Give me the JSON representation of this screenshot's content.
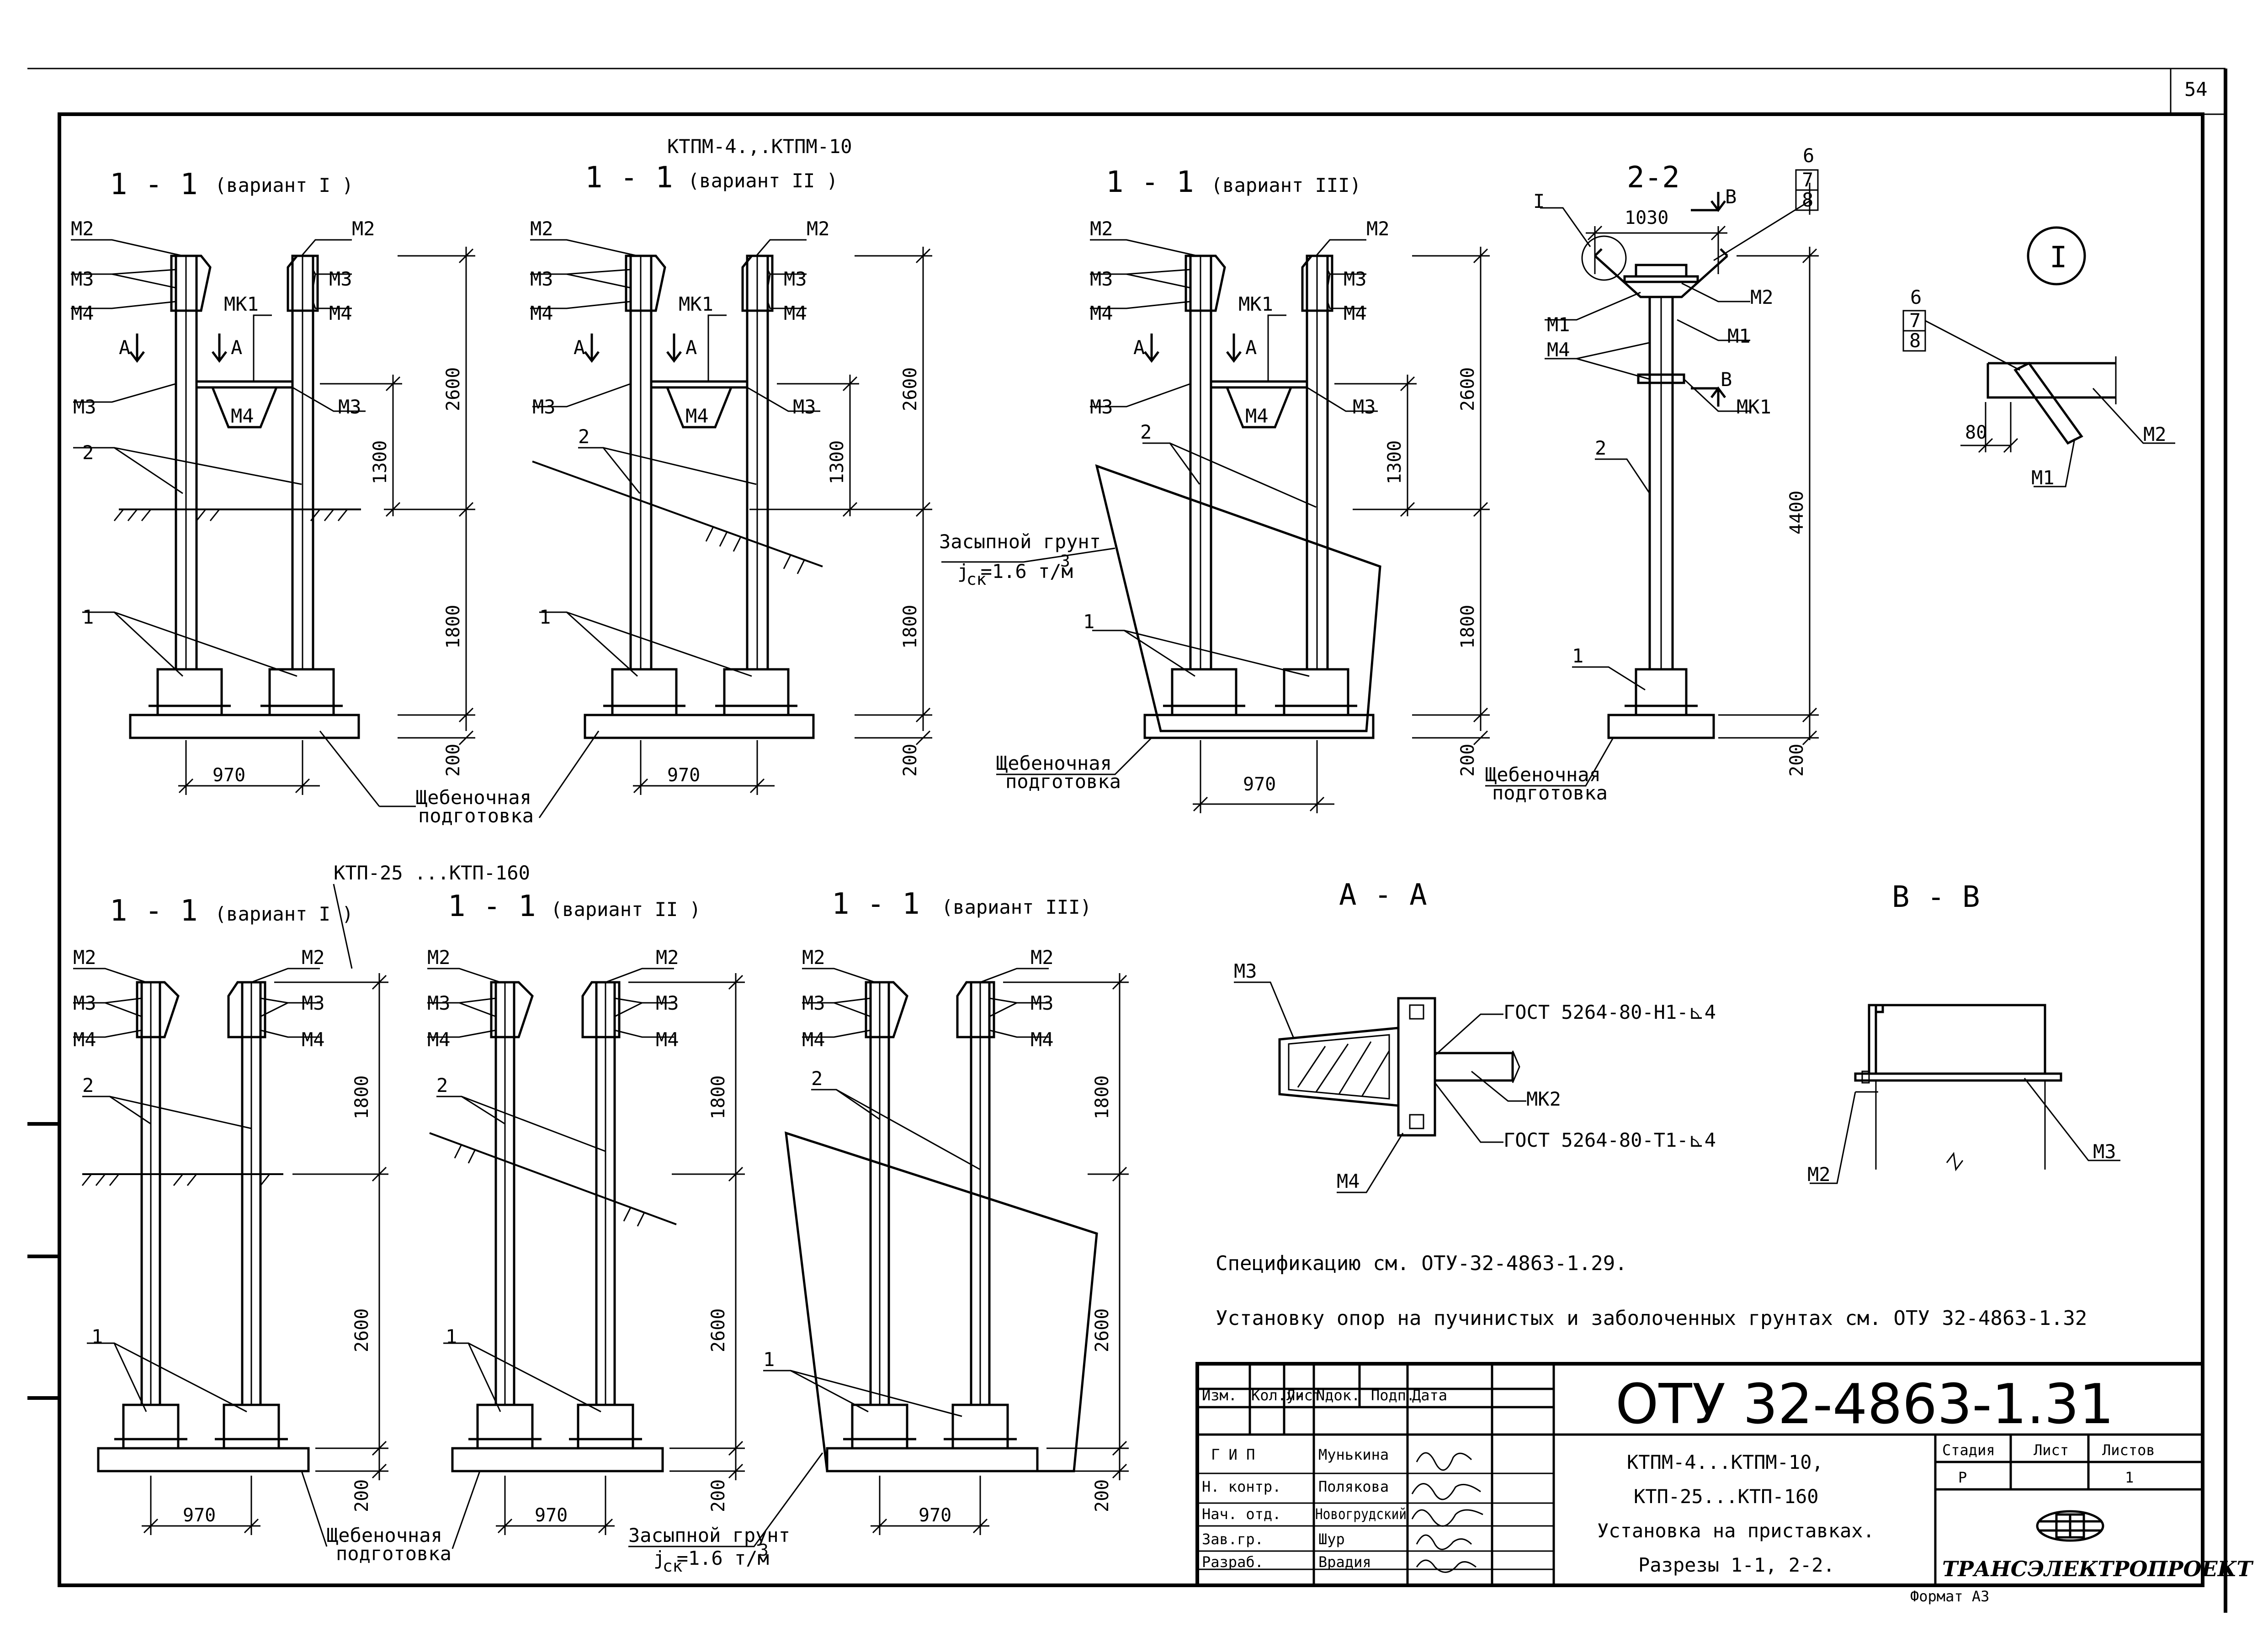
{
  "sheet_number": "54",
  "sections": {
    "ktpm_title": "КТПМ-4.,.КТПМ-10",
    "ktp_title": "КТП-25 ...КТП-160",
    "v1_top": "1 - 1",
    "v1_top_sub": "(вариант I )",
    "v2_top": "1 - 1",
    "v2_top_sub": "(вариант II )",
    "v3_top": "1 - 1",
    "v3_top_sub": "(вариант III)",
    "s22": "2-2",
    "v1_bot": "1 - 1",
    "v1_bot_sub": "(вариант I )",
    "v2_bot": "1 - 1",
    "v2_bot_sub": "(вариант II )",
    "v3_bot": "1 - 1",
    "v3_bot_sub": "(вариант III)",
    "aa": "А - А",
    "bb": "В - В",
    "detail": "I"
  },
  "marks": {
    "m1": "М1",
    "m2": "М2",
    "m3": "М3",
    "m4": "М4",
    "mk1": "МК1",
    "mk2": "МК2",
    "n1": "1",
    "n2": "2",
    "n6": "6",
    "n7": "7",
    "n8": "8",
    "a_arrow": "А",
    "b_arrow": "В",
    "detail_ref": "I"
  },
  "dimensions": {
    "d2600": "2600",
    "d1300": "1300",
    "d1800": "1800",
    "d200": "200",
    "d970": "970",
    "d1030": "1030",
    "d4400": "4400",
    "d80": "80"
  },
  "labels": {
    "gravel_line1": "Щебеночная",
    "gravel_line2": "подготовка",
    "backfill_line1": "Засыпной грунт",
    "backfill_top_line2": "j  =1.6 т/м",
    "backfill_bot_line2": "j  =1.6 т/м",
    "backfill_sub": "ск",
    "backfill_sup": "3",
    "gost1": "ГОСТ 5264-80-Н1-⊾4",
    "gost2": "ГОСТ 5264-80-Т1-⊾4"
  },
  "notes": {
    "note1": "Спецификацию см. ОТУ-32-4863-1.29.",
    "note2": "Установку опор на пучинистых и заболоченных грунтах см. ОТУ 32-4863-1.32"
  },
  "title_block": {
    "headers": [
      "Изм.",
      "Кол.уч",
      "Лист",
      "Nдок.",
      "Подп.",
      "Дата"
    ],
    "roles": [
      "Г И П",
      "Н. контр.",
      "Нач. отд.",
      "Зав.гр.",
      "Разраб."
    ],
    "names": [
      "Мунькина",
      "Полякова",
      "Новогрудский",
      "Шур",
      "Врадия"
    ],
    "doc_code": "ОТУ 32-4863-1.31",
    "desc_lines": [
      "КТПМ-4...КТПМ-10,",
      "КТП-25...КТП-160",
      "Установка на приставках.",
      "Разрезы 1-1, 2-2."
    ],
    "stage_hdr": "Стадия",
    "sheet_hdr": "Лист",
    "sheets_hdr": "Листов",
    "stage_val": "Р",
    "sheet_val": "",
    "sheets_val": "1",
    "org": "ТРАНСЭЛЕКТРОПРОЕКТ",
    "format": "Формат А3"
  }
}
